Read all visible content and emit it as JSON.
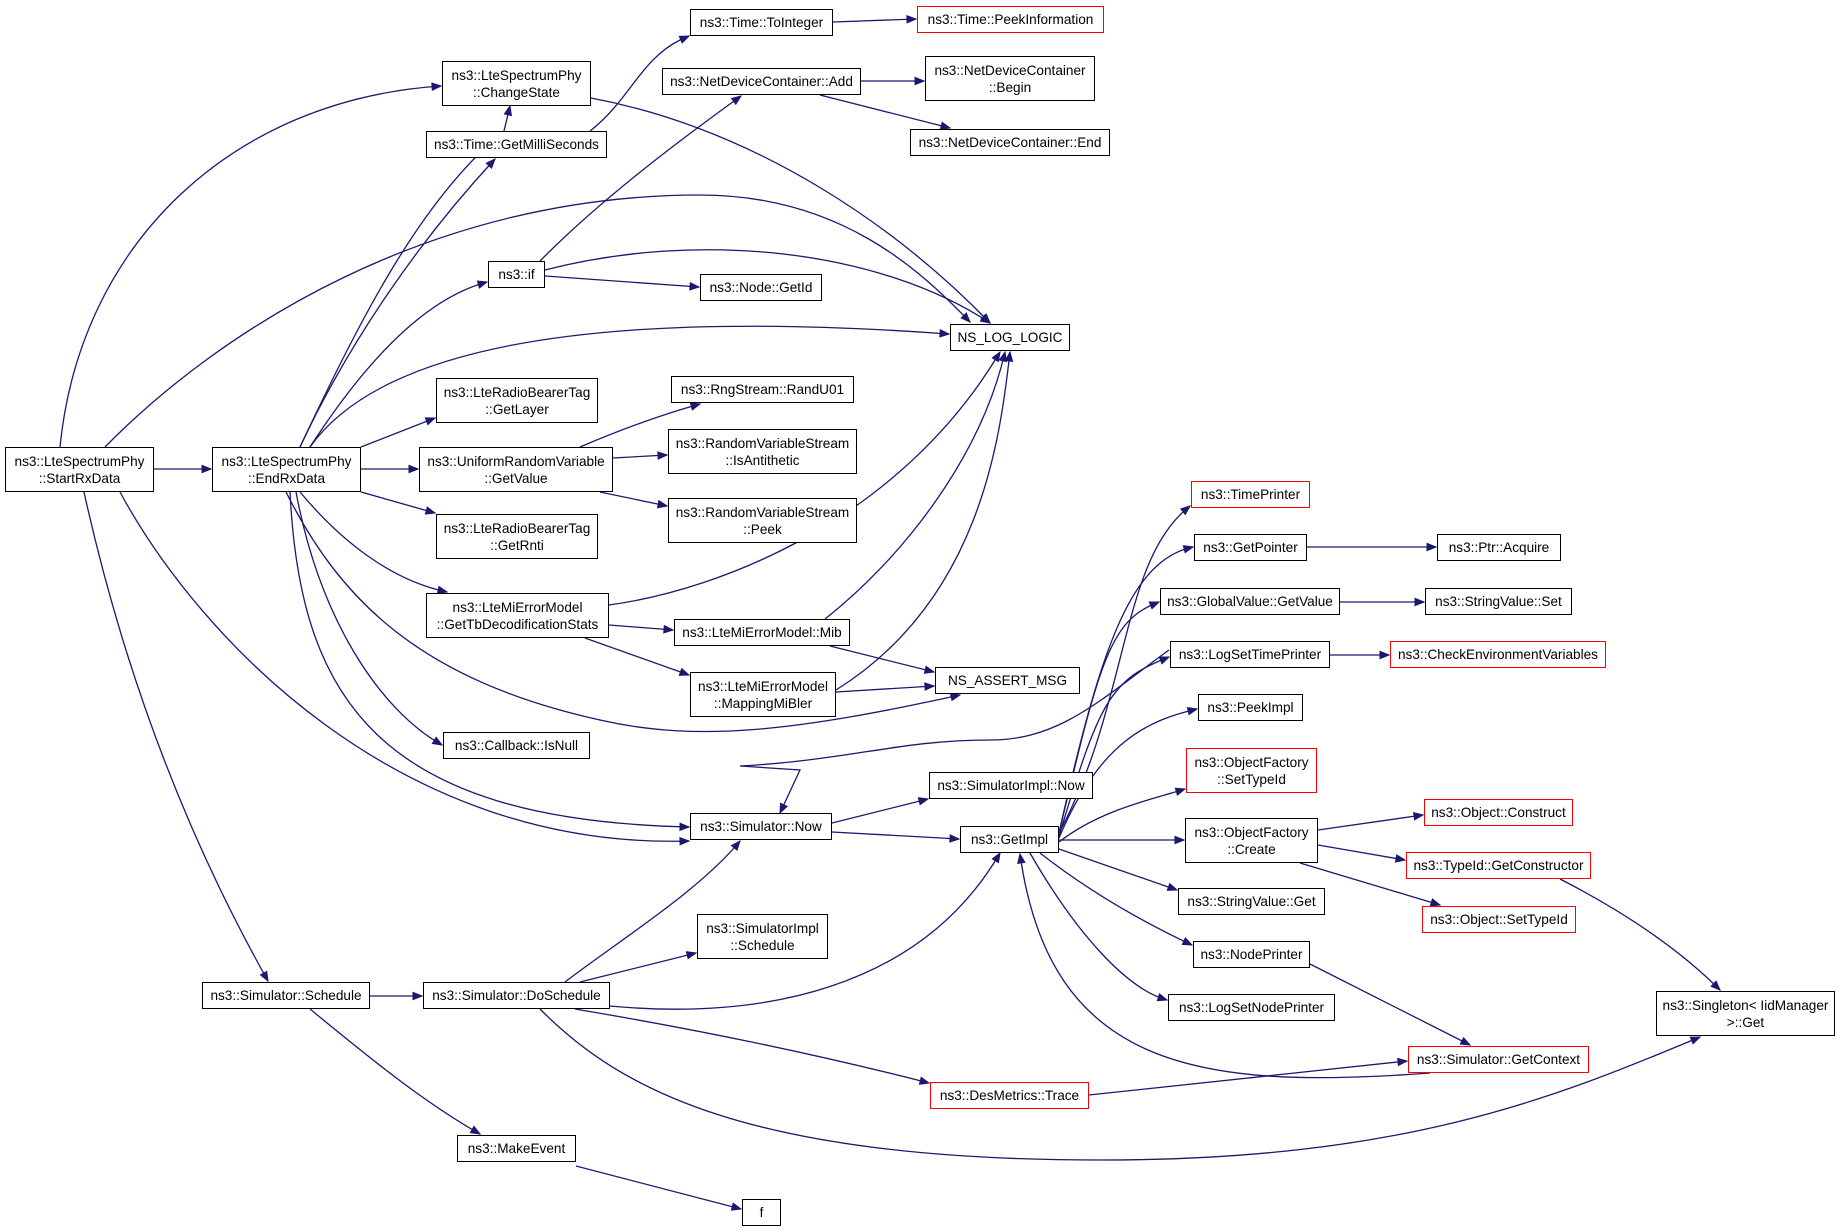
{
  "colors": {
    "edge": "#191970",
    "normal_border": "#000000",
    "truncated_border": "#ff0000",
    "root_fill": "#bfbfbf"
  },
  "nodes": {
    "startrx": {
      "lines": [
        "ns3::LteSpectrumPhy",
        "::StartRxData"
      ],
      "style": "root"
    },
    "endrx": {
      "lines": [
        "ns3::LteSpectrumPhy",
        "::EndRxData"
      ],
      "style": "normal"
    },
    "changestate": {
      "lines": [
        "ns3::LteSpectrumPhy",
        "::ChangeState"
      ],
      "style": "normal"
    },
    "toint": {
      "lines": [
        "ns3::Time::ToInteger"
      ],
      "style": "normal"
    },
    "peekinfo": {
      "lines": [
        "ns3::Time::PeekInformation"
      ],
      "style": "truncated"
    },
    "ndcadd": {
      "lines": [
        "ns3::NetDeviceContainer::Add"
      ],
      "style": "normal"
    },
    "ndcbegin": {
      "lines": [
        "ns3::NetDeviceContainer",
        "::Begin"
      ],
      "style": "normal"
    },
    "ndcend": {
      "lines": [
        "ns3::NetDeviceContainer::End"
      ],
      "style": "normal"
    },
    "getms": {
      "lines": [
        "ns3::Time::GetMilliSeconds"
      ],
      "style": "normal"
    },
    "nsif": {
      "lines": [
        "ns3::if"
      ],
      "style": "normal"
    },
    "nodegetid": {
      "lines": [
        "ns3::Node::GetId"
      ],
      "style": "normal"
    },
    "nslog": {
      "lines": [
        "NS_LOG_LOGIC"
      ],
      "style": "normal"
    },
    "getlayer": {
      "lines": [
        "ns3::LteRadioBearerTag",
        "::GetLayer"
      ],
      "style": "normal"
    },
    "randu01": {
      "lines": [
        "ns3::RngStream::RandU01"
      ],
      "style": "normal"
    },
    "urvget": {
      "lines": [
        "ns3::UniformRandomVariable",
        "::GetValue"
      ],
      "style": "normal"
    },
    "isanti": {
      "lines": [
        "ns3::RandomVariableStream",
        "::IsAntithetic"
      ],
      "style": "normal"
    },
    "rvspeek": {
      "lines": [
        "ns3::RandomVariableStream",
        "::Peek"
      ],
      "style": "normal"
    },
    "getrnti": {
      "lines": [
        "ns3::LteRadioBearerTag",
        "::GetRnti"
      ],
      "style": "normal"
    },
    "gettb": {
      "lines": [
        "ns3::LteMiErrorModel",
        "::GetTbDecodificationStats"
      ],
      "style": "normal"
    },
    "mib": {
      "lines": [
        "ns3::LteMiErrorModel::Mib"
      ],
      "style": "normal"
    },
    "mapping": {
      "lines": [
        "ns3::LteMiErrorModel",
        "::MappingMiBler"
      ],
      "style": "normal"
    },
    "assert": {
      "lines": [
        "NS_ASSERT_MSG"
      ],
      "style": "normal"
    },
    "isnull": {
      "lines": [
        "ns3::Callback::IsNull"
      ],
      "style": "normal"
    },
    "simimplnow": {
      "lines": [
        "ns3::SimulatorImpl::Now"
      ],
      "style": "normal"
    },
    "simnow": {
      "lines": [
        "ns3::Simulator::Now"
      ],
      "style": "normal"
    },
    "getimpl": {
      "lines": [
        "ns3::GetImpl"
      ],
      "style": "normal"
    },
    "simimplsched": {
      "lines": [
        "ns3::SimulatorImpl",
        "::Schedule"
      ],
      "style": "normal"
    },
    "simsched": {
      "lines": [
        "ns3::Simulator::Schedule"
      ],
      "style": "normal"
    },
    "dosched": {
      "lines": [
        "ns3::Simulator::DoSchedule"
      ],
      "style": "normal"
    },
    "makeevent": {
      "lines": [
        "ns3::MakeEvent"
      ],
      "style": "normal"
    },
    "f": {
      "lines": [
        "f"
      ],
      "style": "normal"
    },
    "desmetrics": {
      "lines": [
        "ns3::DesMetrics::Trace"
      ],
      "style": "truncated"
    },
    "timeprinter": {
      "lines": [
        "ns3::TimePrinter"
      ],
      "style": "truncated"
    },
    "getpointer": {
      "lines": [
        "ns3::GetPointer"
      ],
      "style": "normal"
    },
    "ptracquire": {
      "lines": [
        "ns3::Ptr::Acquire"
      ],
      "style": "normal"
    },
    "gvget": {
      "lines": [
        "ns3::GlobalValue::GetValue"
      ],
      "style": "normal"
    },
    "svset": {
      "lines": [
        "ns3::StringValue::Set"
      ],
      "style": "normal"
    },
    "logsettime": {
      "lines": [
        "ns3::LogSetTimePrinter"
      ],
      "style": "normal"
    },
    "checkenv": {
      "lines": [
        "ns3::CheckEnvironmentVariables"
      ],
      "style": "truncated"
    },
    "peekimpl": {
      "lines": [
        "ns3::PeekImpl"
      ],
      "style": "normal"
    },
    "ofsettype": {
      "lines": [
        "ns3::ObjectFactory",
        "::SetTypeId"
      ],
      "style": "truncated"
    },
    "ofcreate": {
      "lines": [
        "ns3::ObjectFactory",
        "::Create"
      ],
      "style": "normal"
    },
    "svget": {
      "lines": [
        "ns3::StringValue::Get"
      ],
      "style": "normal"
    },
    "nodeprinter": {
      "lines": [
        "ns3::NodePrinter"
      ],
      "style": "normal"
    },
    "logsetnode": {
      "lines": [
        "ns3::LogSetNodePrinter"
      ],
      "style": "normal"
    },
    "objconstruct": {
      "lines": [
        "ns3::Object::Construct"
      ],
      "style": "truncated"
    },
    "getctor": {
      "lines": [
        "ns3::TypeId::GetConstructor"
      ],
      "style": "truncated"
    },
    "objsettype": {
      "lines": [
        "ns3::Object::SetTypeId"
      ],
      "style": "truncated"
    },
    "getcontext": {
      "lines": [
        "ns3::Simulator::GetContext"
      ],
      "style": "truncated"
    },
    "singleton": {
      "lines": [
        "ns3::Singleton< IidManager",
        ">::Get"
      ],
      "style": "normal"
    }
  }
}
